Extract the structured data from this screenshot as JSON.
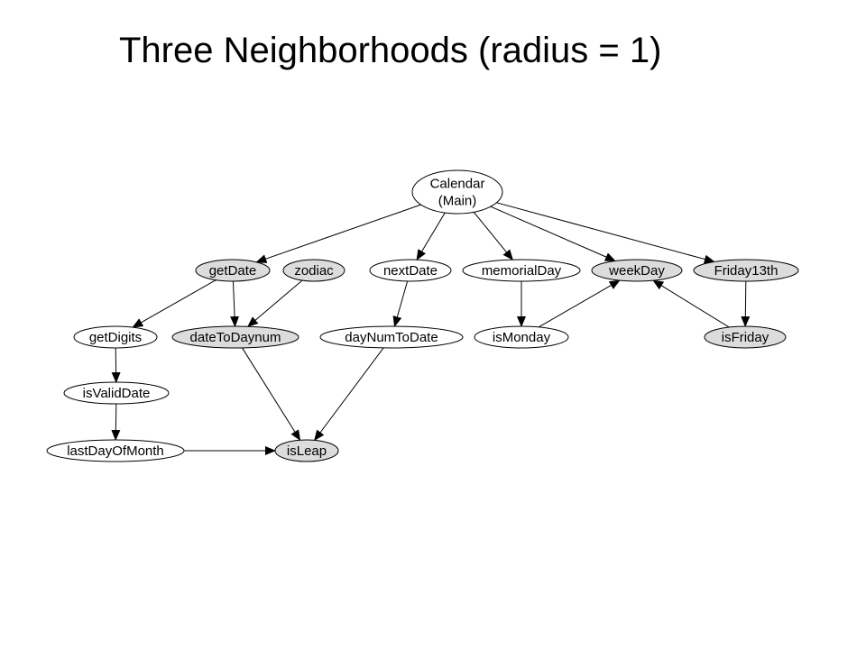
{
  "title": "Three Neighborhoods (radius = 1)",
  "colors": {
    "highlight": "#dcdcdc",
    "plain": "#ffffff",
    "stroke": "#000000"
  },
  "nodes": [
    {
      "id": "calendar",
      "lines": [
        "Calendar",
        "(Main)"
      ],
      "highlighted": false
    },
    {
      "id": "getDate",
      "lines": [
        "getDate"
      ],
      "highlighted": true
    },
    {
      "id": "zodiac",
      "lines": [
        "zodiac"
      ],
      "highlighted": true
    },
    {
      "id": "nextDate",
      "lines": [
        "nextDate"
      ],
      "highlighted": false
    },
    {
      "id": "memorialDay",
      "lines": [
        "memorialDay"
      ],
      "highlighted": false
    },
    {
      "id": "weekDay",
      "lines": [
        "weekDay"
      ],
      "highlighted": true
    },
    {
      "id": "friday13th",
      "lines": [
        "Friday13th"
      ],
      "highlighted": true
    },
    {
      "id": "getDigits",
      "lines": [
        "getDigits"
      ],
      "highlighted": false
    },
    {
      "id": "dateToDaynum",
      "lines": [
        "dateToDaynum"
      ],
      "highlighted": true
    },
    {
      "id": "dayNumToDate",
      "lines": [
        "dayNumToDate"
      ],
      "highlighted": false
    },
    {
      "id": "isMonday",
      "lines": [
        "isMonday"
      ],
      "highlighted": false
    },
    {
      "id": "isFriday",
      "lines": [
        "isFriday"
      ],
      "highlighted": true
    },
    {
      "id": "isValidDate",
      "lines": [
        "isValidDate"
      ],
      "highlighted": false
    },
    {
      "id": "lastDayOfMonth",
      "lines": [
        "lastDayOfMonth"
      ],
      "highlighted": false
    },
    {
      "id": "isLeap",
      "lines": [
        "isLeap"
      ],
      "highlighted": true
    }
  ],
  "edges": [
    {
      "from": "calendar",
      "to": "getDate"
    },
    {
      "from": "calendar",
      "to": "nextDate"
    },
    {
      "from": "calendar",
      "to": "memorialDay"
    },
    {
      "from": "calendar",
      "to": "weekDay"
    },
    {
      "from": "calendar",
      "to": "friday13th"
    },
    {
      "from": "getDate",
      "to": "getDigits"
    },
    {
      "from": "getDate",
      "to": "dateToDaynum"
    },
    {
      "from": "zodiac",
      "to": "dateToDaynum"
    },
    {
      "from": "nextDate",
      "to": "dayNumToDate"
    },
    {
      "from": "memorialDay",
      "to": "isMonday"
    },
    {
      "from": "isMonday",
      "to": "weekDay"
    },
    {
      "from": "isFriday",
      "to": "weekDay"
    },
    {
      "from": "friday13th",
      "to": "isFriday"
    },
    {
      "from": "getDigits",
      "to": "isValidDate"
    },
    {
      "from": "isValidDate",
      "to": "lastDayOfMonth"
    },
    {
      "from": "lastDayOfMonth",
      "to": "isLeap"
    },
    {
      "from": "dateToDaynum",
      "to": "isLeap"
    },
    {
      "from": "dayNumToDate",
      "to": "isLeap"
    }
  ]
}
